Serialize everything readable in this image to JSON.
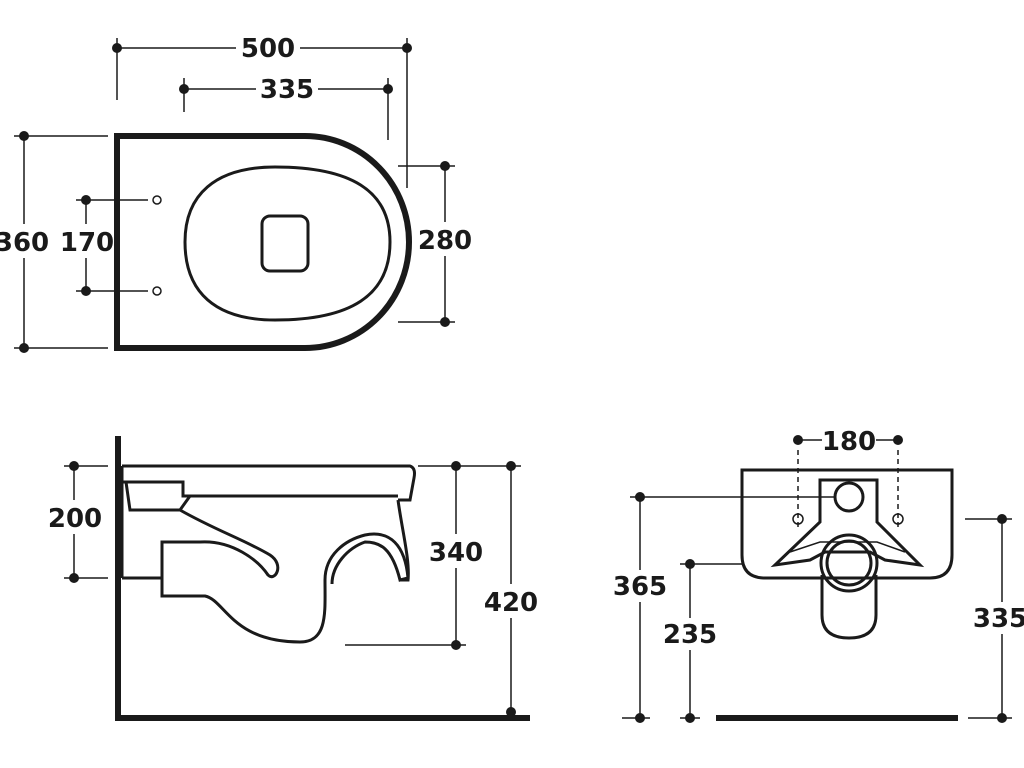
{
  "plan_view": {
    "width_overall": "500",
    "fixing_span": "335",
    "depth_overall": "360",
    "hole_spacing": "170",
    "bowl_depth": "280"
  },
  "side_view": {
    "height_overall": "200",
    "rim_to_outlet": "340",
    "rim_height": "420"
  },
  "rear_view": {
    "fixing_width": "180",
    "fixing_height": "365",
    "outlet_height": "235",
    "inlet_height": "335"
  }
}
